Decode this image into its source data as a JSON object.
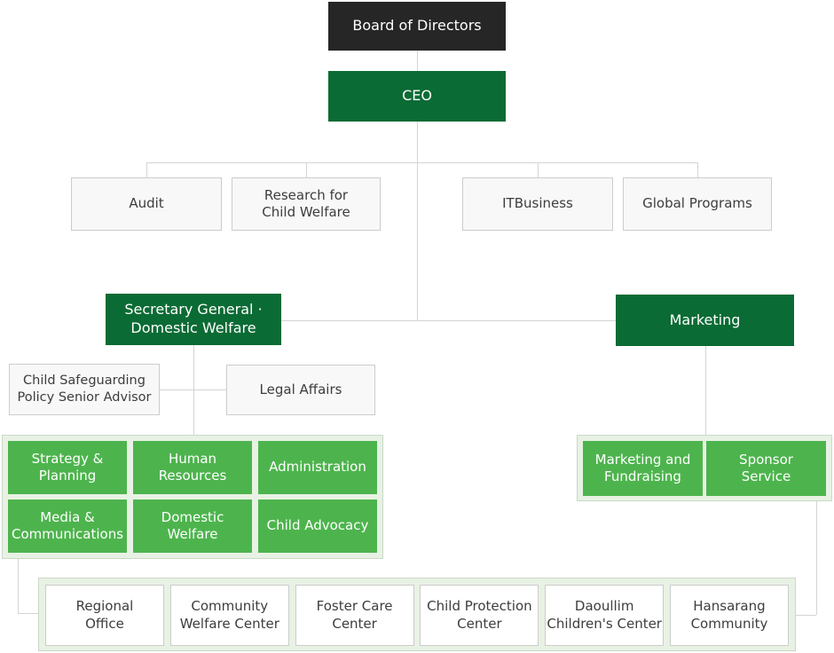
{
  "org": {
    "board": {
      "label": "Board of Directors"
    },
    "ceo": {
      "label": "CEO"
    },
    "staff": [
      {
        "label": "Audit"
      },
      {
        "label": "Research for\nChild Welfare"
      },
      {
        "label": "ITBusiness"
      },
      {
        "label": "Global Programs"
      }
    ],
    "secretary_general": {
      "label": "Secretary General ·\nDomestic Welfare"
    },
    "marketing": {
      "label": "Marketing"
    },
    "advisors": [
      {
        "label": "Child Safeguarding\nPolicy Senior Advisor"
      },
      {
        "label": "Legal Affairs"
      }
    ],
    "domestic_departments": [
      {
        "label": "Strategy &\nPlanning"
      },
      {
        "label": "Human\nResources"
      },
      {
        "label": "Administration"
      },
      {
        "label": "Media &\nCommunications"
      },
      {
        "label": "Domestic\nWelfare"
      },
      {
        "label": "Child Advocacy"
      }
    ],
    "marketing_departments": [
      {
        "label": "Marketing and\nFundraising"
      },
      {
        "label": "Sponsor\nService"
      }
    ],
    "field_units": [
      {
        "label": "Regional\nOffice"
      },
      {
        "label": "Community\nWelfare Center"
      },
      {
        "label": "Foster Care\nCenter"
      },
      {
        "label": "Child Protection\nCenter"
      },
      {
        "label": "Daoullim\nChildren's Center"
      },
      {
        "label": "Hansarang\nCommunity"
      }
    ]
  },
  "colors": {
    "board_bg": "#262626",
    "exec_green": "#0b6b34",
    "division_green": "#4db44d",
    "container_bg": "#e8f2e4",
    "container_border": "#ccd8c8",
    "box_bg": "#f8f8f8",
    "box_border": "#cccccc",
    "line": "#d4d4d4",
    "text_dark": "#3d3d3d",
    "text_light": "#ffffff"
  }
}
